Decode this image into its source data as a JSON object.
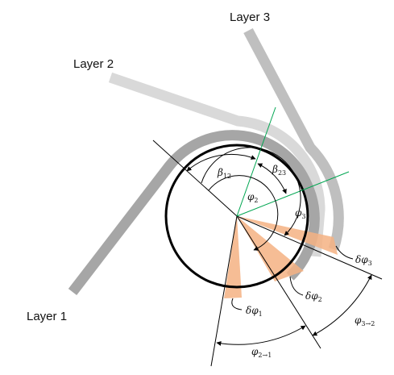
{
  "labels": {
    "layer1": "Layer 1",
    "layer2": "Layer 2",
    "layer3": "Layer 3"
  },
  "symbols": {
    "beta12": {
      "main": "β",
      "sub": "12"
    },
    "beta23": {
      "main": "β",
      "sub": "23"
    },
    "phi2": {
      "main": "φ",
      "sub": "2"
    },
    "phi3": {
      "main": "φ",
      "sub": "3"
    },
    "dphi1": {
      "main": "δφ",
      "sub": "1"
    },
    "dphi2": {
      "main": "δφ",
      "sub": "2"
    },
    "dphi3": {
      "main": "δφ",
      "sub": "3"
    },
    "phi21": {
      "main": "φ",
      "sub": "2→1"
    },
    "phi32": {
      "main": "φ",
      "sub": "3→2"
    }
  },
  "colors": {
    "layer1": "#a6a6a6",
    "layer2": "#d9d9d9",
    "layer3": "#bfbfbf",
    "sector": "#f4b183",
    "normal": "#00a651",
    "ink": "#000000"
  }
}
